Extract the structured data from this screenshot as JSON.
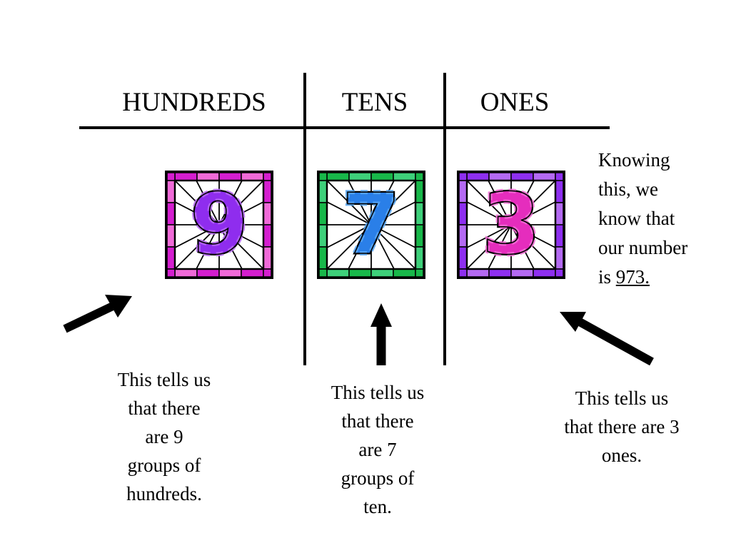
{
  "headings": {
    "hundreds": "HUNDREDS",
    "tens": "TENS",
    "ones": "ONES"
  },
  "digits": {
    "hundreds": {
      "value": "9",
      "frame_colors": [
        "#d41ecf",
        "#f06ad8"
      ],
      "digit_colors": [
        "#8f2dee",
        "#b86cf4"
      ]
    },
    "tens": {
      "value": "7",
      "frame_colors": [
        "#18b84a",
        "#3ed07a"
      ],
      "digit_colors": [
        "#2a7fe8",
        "#5aa8f5"
      ]
    },
    "ones": {
      "value": "3",
      "frame_colors": [
        "#8e2ff0",
        "#b46af3"
      ],
      "digit_colors": [
        "#e52dbd",
        "#f36fd6"
      ]
    }
  },
  "captions": {
    "hundreds": [
      "This tells us",
      "that there",
      "are 9",
      "groups of",
      "hundreds."
    ],
    "tens": [
      "This tells us",
      "that there",
      "are 7",
      "groups of",
      "ten."
    ],
    "ones": [
      "This tells us",
      "that there are 3",
      "ones."
    ]
  },
  "conclusion": {
    "lines": [
      "Knowing",
      "this, we",
      "know that",
      "our number"
    ],
    "prefix": "is ",
    "number": "973."
  }
}
